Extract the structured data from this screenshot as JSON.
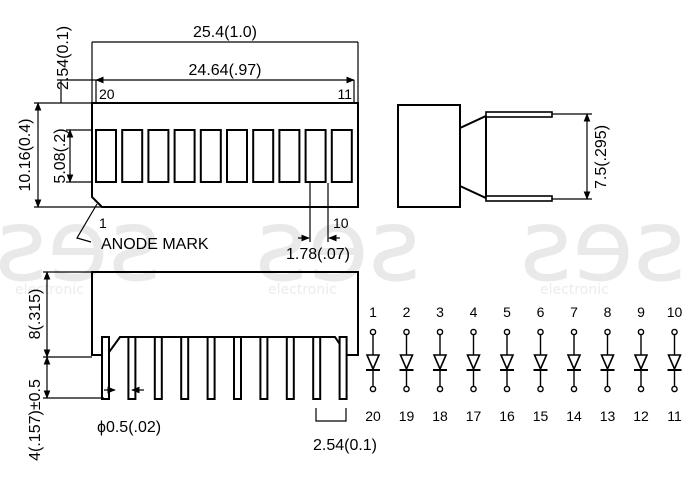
{
  "dimensions": {
    "overall_width": "25.4(1.0)",
    "pin_span": "24.64(.97)",
    "top_offset": "2.54(0.1)",
    "height": "10.16(0.4)",
    "segment_height": "5.08(.2)",
    "side_height": "7.5(.295)",
    "segment_pitch": "1.78(.07)",
    "body_height": "8(.315)",
    "lead_length": "4(.157)±0.5",
    "pin_diameter": "ϕ0.5(.02)",
    "pin_pitch": "2.54(0.1)"
  },
  "labels": {
    "pin_20": "20",
    "pin_11": "11",
    "pin_1": "1",
    "pin_10": "10",
    "anode_mark": "ANODE MARK"
  },
  "schematic": {
    "anode_pins": [
      "1",
      "2",
      "3",
      "4",
      "5",
      "6",
      "7",
      "8",
      "9",
      "10"
    ],
    "cathode_pins": [
      "20",
      "19",
      "18",
      "17",
      "16",
      "15",
      "14",
      "13",
      "12",
      "11"
    ]
  },
  "watermark": {
    "logo": "ƨɘƨ",
    "text": "electronic"
  }
}
